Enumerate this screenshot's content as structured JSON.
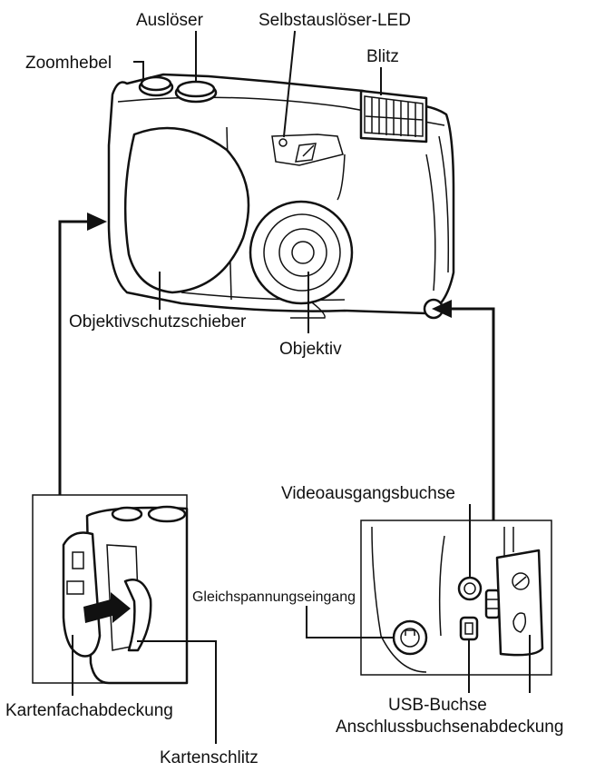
{
  "labels": {
    "shutter": "Auslöser",
    "self_timer_led": "Selbstauslöser-LED",
    "zoom_lever": "Zoomhebel",
    "flash": "Blitz",
    "lens_cover": "Objektivschutzschieber",
    "lens": "Objektiv",
    "video_out": "Videoausgangsbuchse",
    "dc_in": "Gleichspannungseingang",
    "usb": "USB-Buchse",
    "connector_cover": "Anschlussbuchsenabdeckung",
    "card_cover": "Kartenfachabdeckung",
    "card_slot": "Kartenschlitz"
  }
}
